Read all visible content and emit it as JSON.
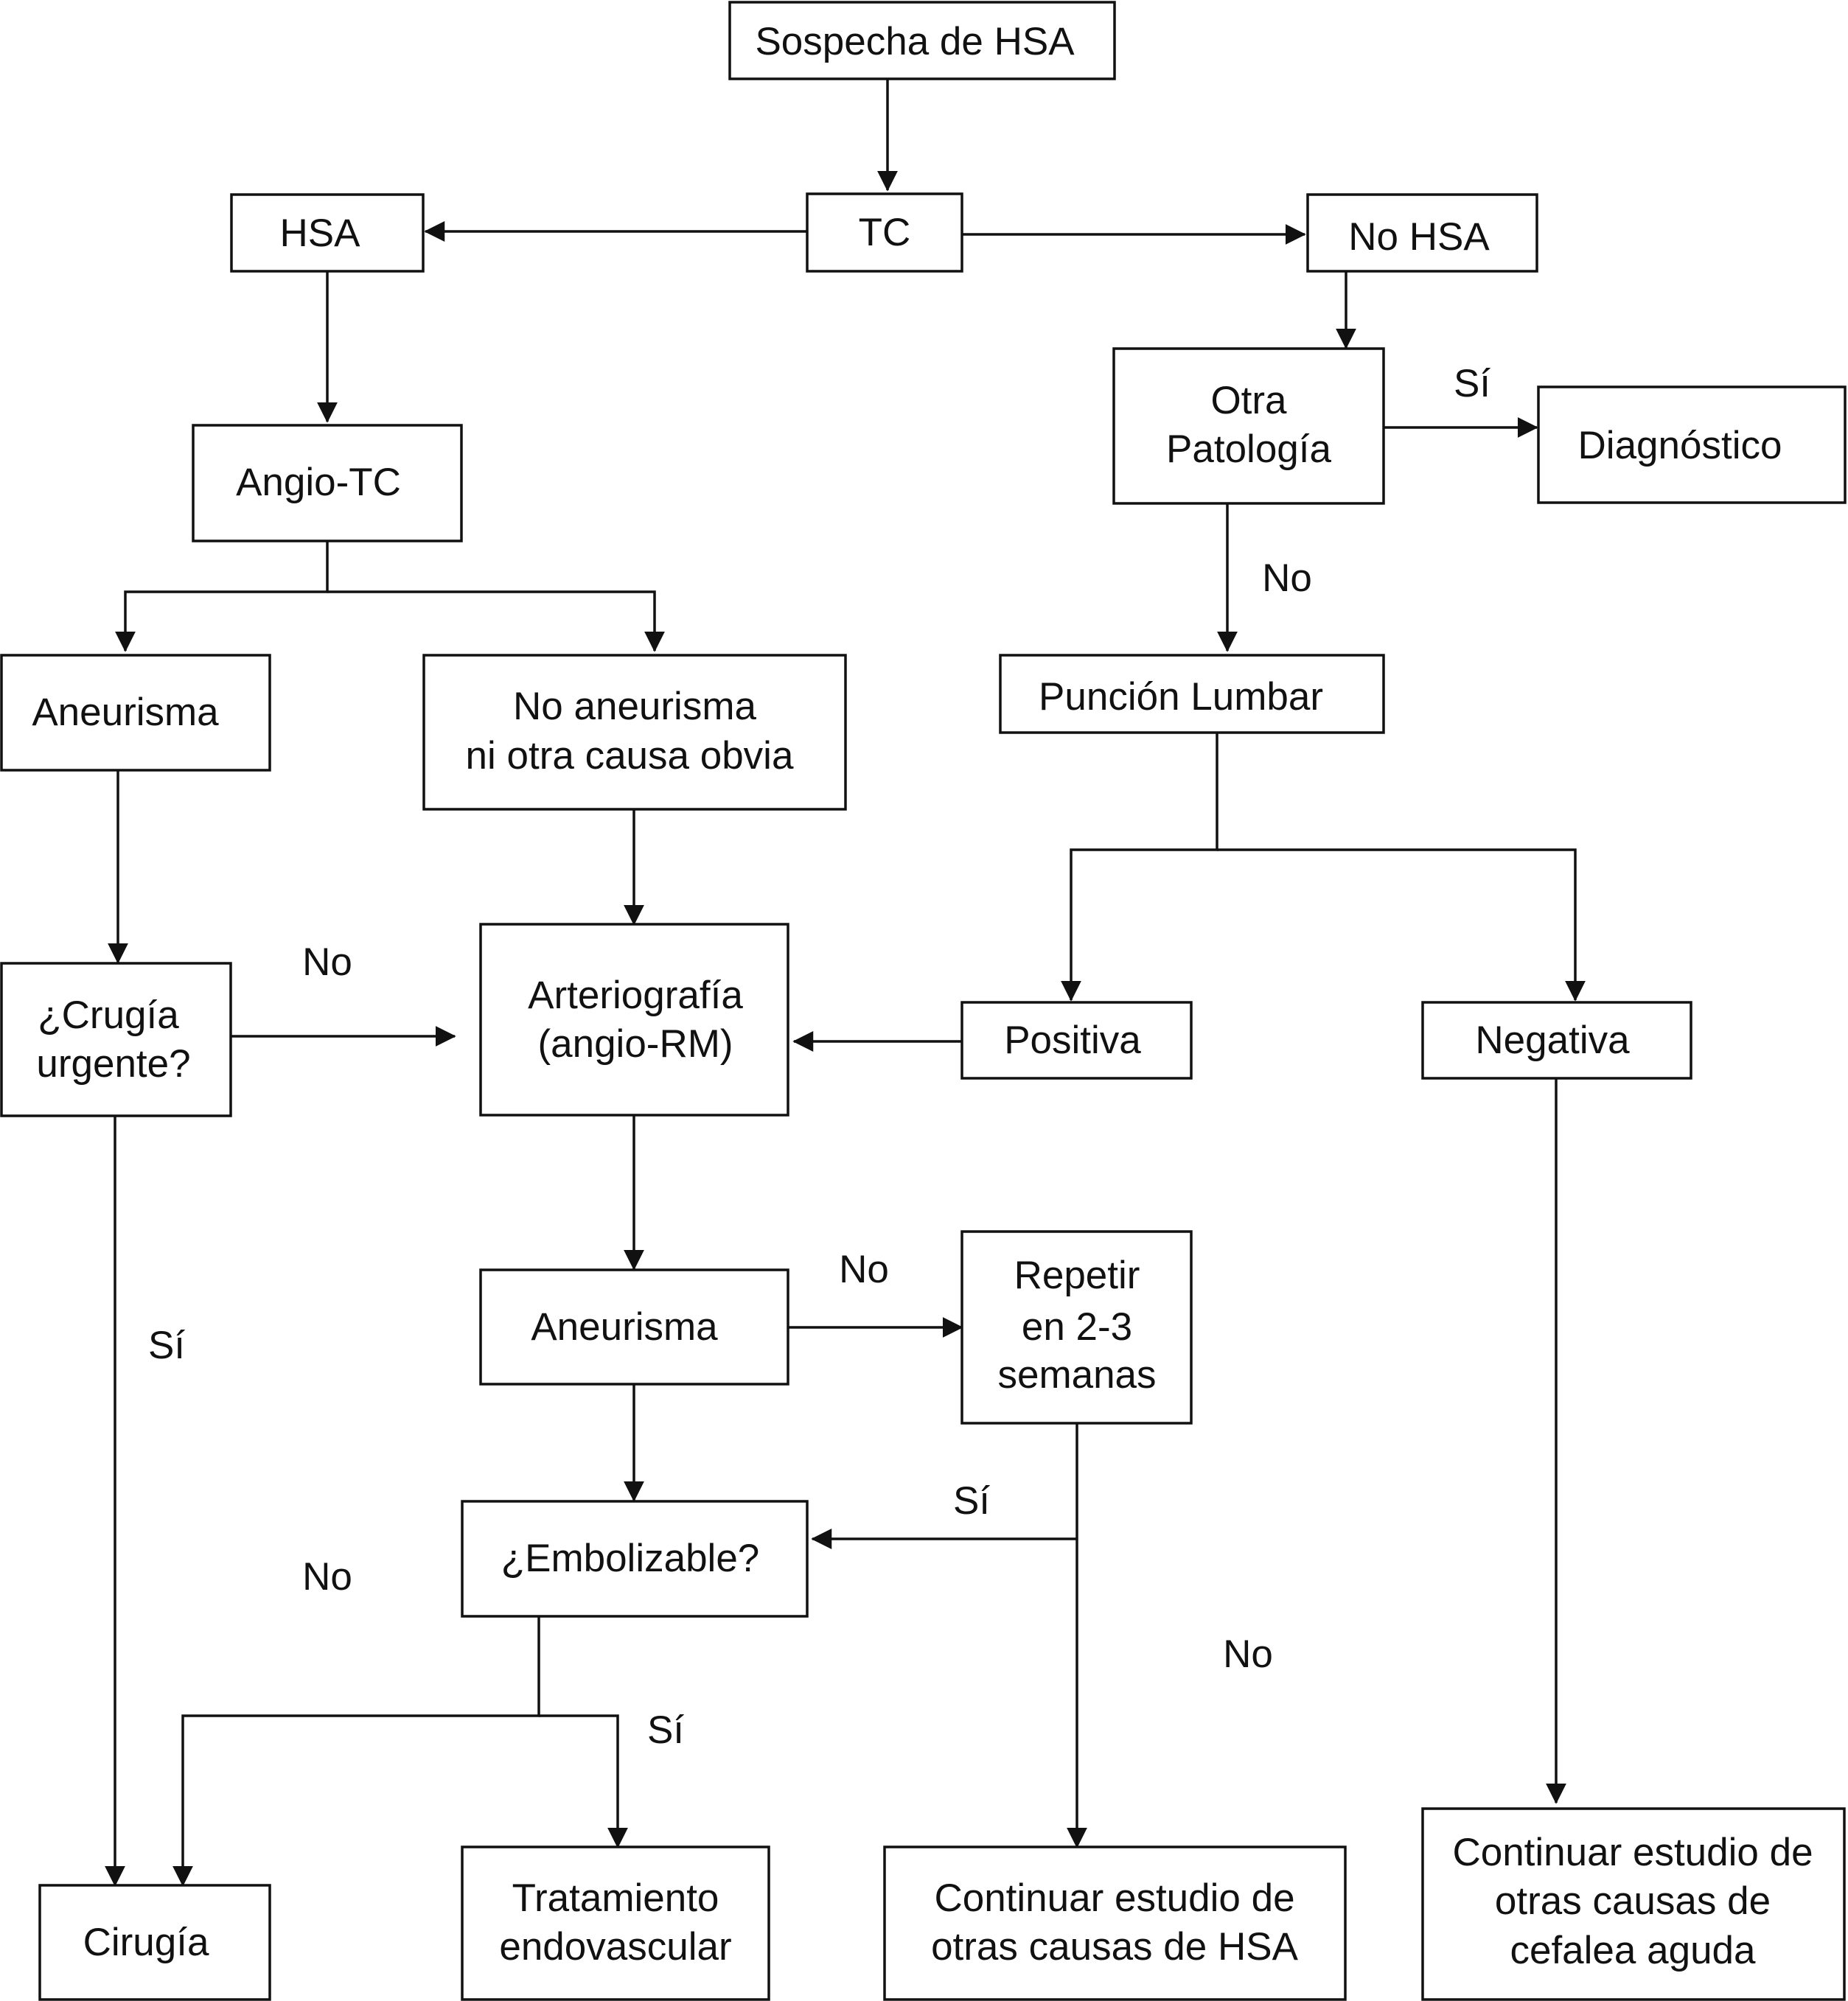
{
  "nodes": {
    "sospecha": "Sospecha de HSA",
    "tc": "TC",
    "hsa": "HSA",
    "no_hsa": "No HSA",
    "angio_tc": "Angio-TC",
    "otra_patologia_1": "Otra",
    "otra_patologia_2": "Patología",
    "diagnostico": "Diagnóstico",
    "aneurisma_1": "Aneurisma",
    "no_aneurisma_1": "No aneurisma",
    "no_aneurisma_2": "ni otra causa obvia",
    "puncion_lumbar": "Punción Lumbar",
    "cirugia_urgente_1": "¿Crugía",
    "cirugia_urgente_2": "urgente?",
    "arteriografia_1": "Arteriografía",
    "arteriografia_2": "(angio-RM)",
    "positiva": "Positiva",
    "negativa": "Negativa",
    "aneurisma_2": "Aneurisma",
    "repetir_1": "Repetir",
    "repetir_2": "en 2-3",
    "repetir_3": "semanas",
    "embolizable": "¿Embolizable?",
    "cirugia": "Cirugía",
    "tratamiento_1": "Tratamiento",
    "tratamiento_2": "endovascular",
    "continuar_hsa_1": "Continuar estudio de",
    "continuar_hsa_2": "otras causas de HSA",
    "continuar_cefalea_1": "Continuar estudio de",
    "continuar_cefalea_2": "otras causas de",
    "continuar_cefalea_3": "cefalea aguda"
  },
  "edge_labels": {
    "otra_si": "Sí",
    "otra_no": "No",
    "cirugia_urgente_no": "No",
    "cirugia_urgente_si": "Sí",
    "aneurisma_no": "No",
    "repetir_si": "Sí",
    "embolizable_no": "No",
    "repetir_no": "No",
    "embolizable_si": "Sí"
  },
  "colors": {
    "line": "#111111",
    "background": "#ffffff"
  }
}
